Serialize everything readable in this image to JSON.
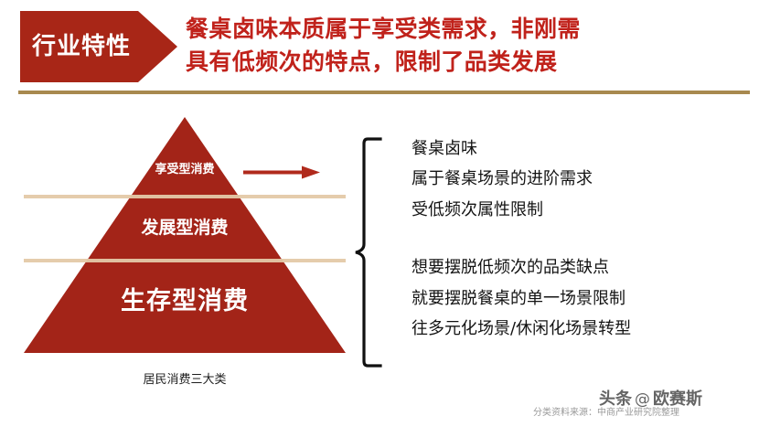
{
  "header": {
    "tag_label": "行业特性",
    "title_lines": [
      "餐桌卤味本质属于享受类需求，非刚需",
      "具有低频次的特点，限制了品类发展"
    ],
    "tag_color": "#A82617",
    "title_color": "#C0221B",
    "rule_color": "#A8894F"
  },
  "pyramid": {
    "caption": "居民消费三大类",
    "fill_color": "#A32418",
    "divider_color": "#E4C9A8",
    "tiers": [
      {
        "label": "享受型消费",
        "level": "top"
      },
      {
        "label": "发展型消费",
        "level": "middle"
      },
      {
        "label": "生存型消费",
        "level": "bottom"
      }
    ]
  },
  "arrow": {
    "name": "right-arrow",
    "color": "#B02A1C"
  },
  "brace": {
    "name": "curly-brace",
    "color": "#111111"
  },
  "details": {
    "group_1": [
      "餐桌卤味",
      "属于餐桌场景的进阶需求",
      "受低频次属性限制"
    ],
    "group_2": [
      "想要摆脱低频次的品类缺点",
      "就要摆脱餐桌的单一场景限制",
      "往多元化场景/休闲化场景转型"
    ]
  },
  "watermark": {
    "brand": "头条",
    "at": "@",
    "name": "欧赛斯"
  },
  "source_note": "分类资料来源：中商产业研究院整理"
}
